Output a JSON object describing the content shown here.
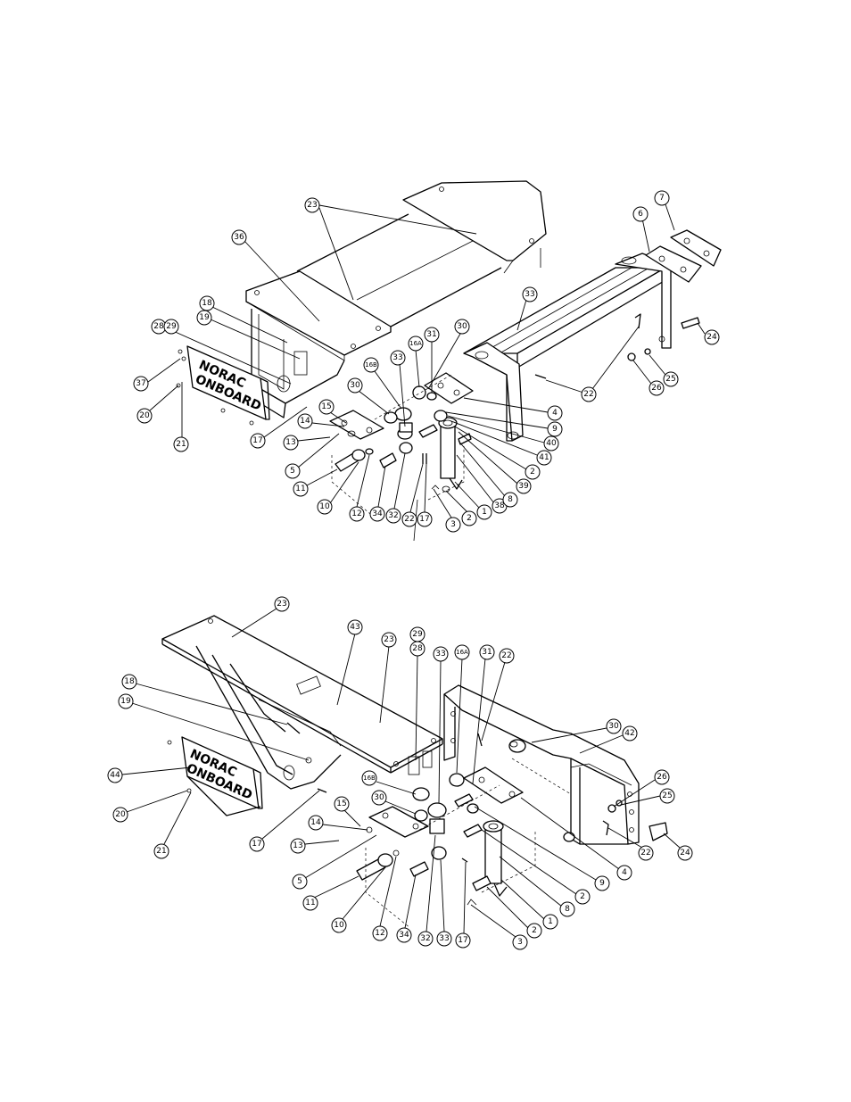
{
  "logo": {
    "line1": "NORAC",
    "line2": "ONBOARD"
  },
  "top_assembly": {
    "callouts": [
      {
        "id": "23a",
        "label": "23"
      },
      {
        "id": "36",
        "label": "36"
      },
      {
        "id": "6",
        "label": "6"
      },
      {
        "id": "7",
        "label": "7"
      },
      {
        "id": "33a",
        "label": "33"
      },
      {
        "id": "24",
        "label": "24"
      },
      {
        "id": "18",
        "label": "18"
      },
      {
        "id": "19",
        "label": "19"
      },
      {
        "id": "28",
        "label": "28"
      },
      {
        "id": "29",
        "label": "29"
      },
      {
        "id": "37",
        "label": "37"
      },
      {
        "id": "20",
        "label": "20"
      },
      {
        "id": "21",
        "label": "21"
      },
      {
        "id": "17a",
        "label": "17"
      },
      {
        "id": "14",
        "label": "14"
      },
      {
        "id": "15",
        "label": "15"
      },
      {
        "id": "13",
        "label": "13"
      },
      {
        "id": "5",
        "label": "5"
      },
      {
        "id": "11",
        "label": "11"
      },
      {
        "id": "10",
        "label": "10"
      },
      {
        "id": "12",
        "label": "12"
      },
      {
        "id": "34",
        "label": "34"
      },
      {
        "id": "32",
        "label": "32"
      },
      {
        "id": "22a",
        "label": "22"
      },
      {
        "id": "17b",
        "label": "17"
      },
      {
        "id": "3",
        "label": "3"
      },
      {
        "id": "2a",
        "label": "2"
      },
      {
        "id": "1",
        "label": "1"
      },
      {
        "id": "38",
        "label": "38"
      },
      {
        "id": "8",
        "label": "8"
      },
      {
        "id": "39",
        "label": "39"
      },
      {
        "id": "2b",
        "label": "2"
      },
      {
        "id": "41",
        "label": "41"
      },
      {
        "id": "40",
        "label": "40"
      },
      {
        "id": "9",
        "label": "9"
      },
      {
        "id": "4",
        "label": "4"
      },
      {
        "id": "30a",
        "label": "30"
      },
      {
        "id": "30b",
        "label": "30"
      },
      {
        "id": "16B",
        "label": "16B"
      },
      {
        "id": "33b",
        "label": "33"
      },
      {
        "id": "16A",
        "label": "16A"
      },
      {
        "id": "31",
        "label": "31"
      },
      {
        "id": "22b",
        "label": "22"
      },
      {
        "id": "26",
        "label": "26"
      },
      {
        "id": "25",
        "label": "25"
      }
    ]
  },
  "bottom_assembly": {
    "callouts": [
      {
        "id": "23a",
        "label": "23"
      },
      {
        "id": "43",
        "label": "43"
      },
      {
        "id": "23b",
        "label": "23"
      },
      {
        "id": "29",
        "label": "29"
      },
      {
        "id": "28",
        "label": "28"
      },
      {
        "id": "33a",
        "label": "33"
      },
      {
        "id": "16A",
        "label": "16A"
      },
      {
        "id": "31",
        "label": "31"
      },
      {
        "id": "22a",
        "label": "22"
      },
      {
        "id": "18",
        "label": "18"
      },
      {
        "id": "19",
        "label": "19"
      },
      {
        "id": "44",
        "label": "44"
      },
      {
        "id": "20",
        "label": "20"
      },
      {
        "id": "21",
        "label": "21"
      },
      {
        "id": "17a",
        "label": "17"
      },
      {
        "id": "16B",
        "label": "16B"
      },
      {
        "id": "30a",
        "label": "30"
      },
      {
        "id": "15",
        "label": "15"
      },
      {
        "id": "14",
        "label": "14"
      },
      {
        "id": "13",
        "label": "13"
      },
      {
        "id": "5",
        "label": "5"
      },
      {
        "id": "11",
        "label": "11"
      },
      {
        "id": "10",
        "label": "10"
      },
      {
        "id": "12",
        "label": "12"
      },
      {
        "id": "34",
        "label": "34"
      },
      {
        "id": "32",
        "label": "32"
      },
      {
        "id": "33b",
        "label": "33"
      },
      {
        "id": "17b",
        "label": "17"
      },
      {
        "id": "3",
        "label": "3"
      },
      {
        "id": "2a",
        "label": "2"
      },
      {
        "id": "1",
        "label": "1"
      },
      {
        "id": "8",
        "label": "8"
      },
      {
        "id": "2b",
        "label": "2"
      },
      {
        "id": "9",
        "label": "9"
      },
      {
        "id": "4",
        "label": "4"
      },
      {
        "id": "22b",
        "label": "22"
      },
      {
        "id": "24",
        "label": "24"
      },
      {
        "id": "25",
        "label": "25"
      },
      {
        "id": "26",
        "label": "26"
      },
      {
        "id": "42",
        "label": "42"
      },
      {
        "id": "30b",
        "label": "30"
      }
    ]
  }
}
